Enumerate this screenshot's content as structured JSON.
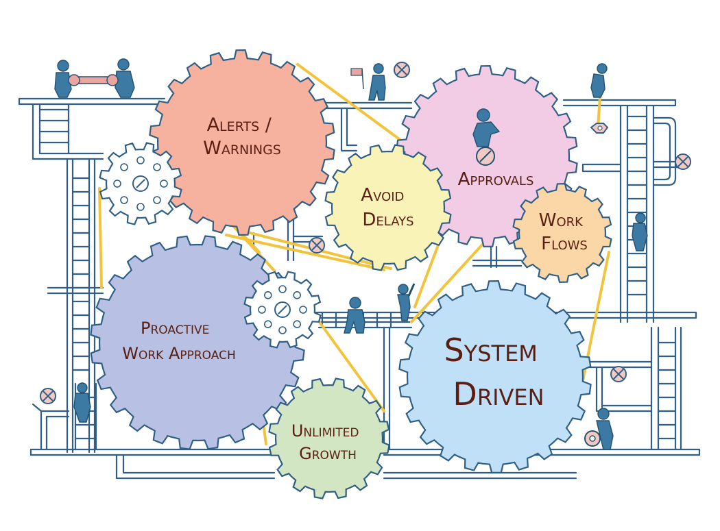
{
  "diagram": {
    "gears": [
      {
        "id": "alerts",
        "lines": [
          "Alerts /",
          "Warnings"
        ],
        "color": "#f6b19f"
      },
      {
        "id": "approvals",
        "lines": [
          "Approvals"
        ],
        "color": "#f2cbe4"
      },
      {
        "id": "avoid-delays",
        "lines": [
          "Avoid",
          "Delays"
        ],
        "color": "#faf3b8"
      },
      {
        "id": "work-flows",
        "lines": [
          "Work",
          "Flows"
        ],
        "color": "#fbd7a8"
      },
      {
        "id": "proactive",
        "lines": [
          "Proactive",
          "Work Approach"
        ],
        "color": "#b8c1e3"
      },
      {
        "id": "system-driven",
        "lines": [
          "System",
          "Driven"
        ],
        "color": "#bfe0f6"
      },
      {
        "id": "unlimited-growth",
        "lines": [
          "Unlimited",
          "Growth"
        ],
        "color": "#d2e6c4"
      }
    ],
    "colors": {
      "pipes": "#2f5f86",
      "belts": "#f2c33c",
      "people": "#3d7aa3",
      "label_text": "#5a1f12",
      "small_gears": "#ffffff",
      "valves": "#f3c9c4"
    }
  }
}
